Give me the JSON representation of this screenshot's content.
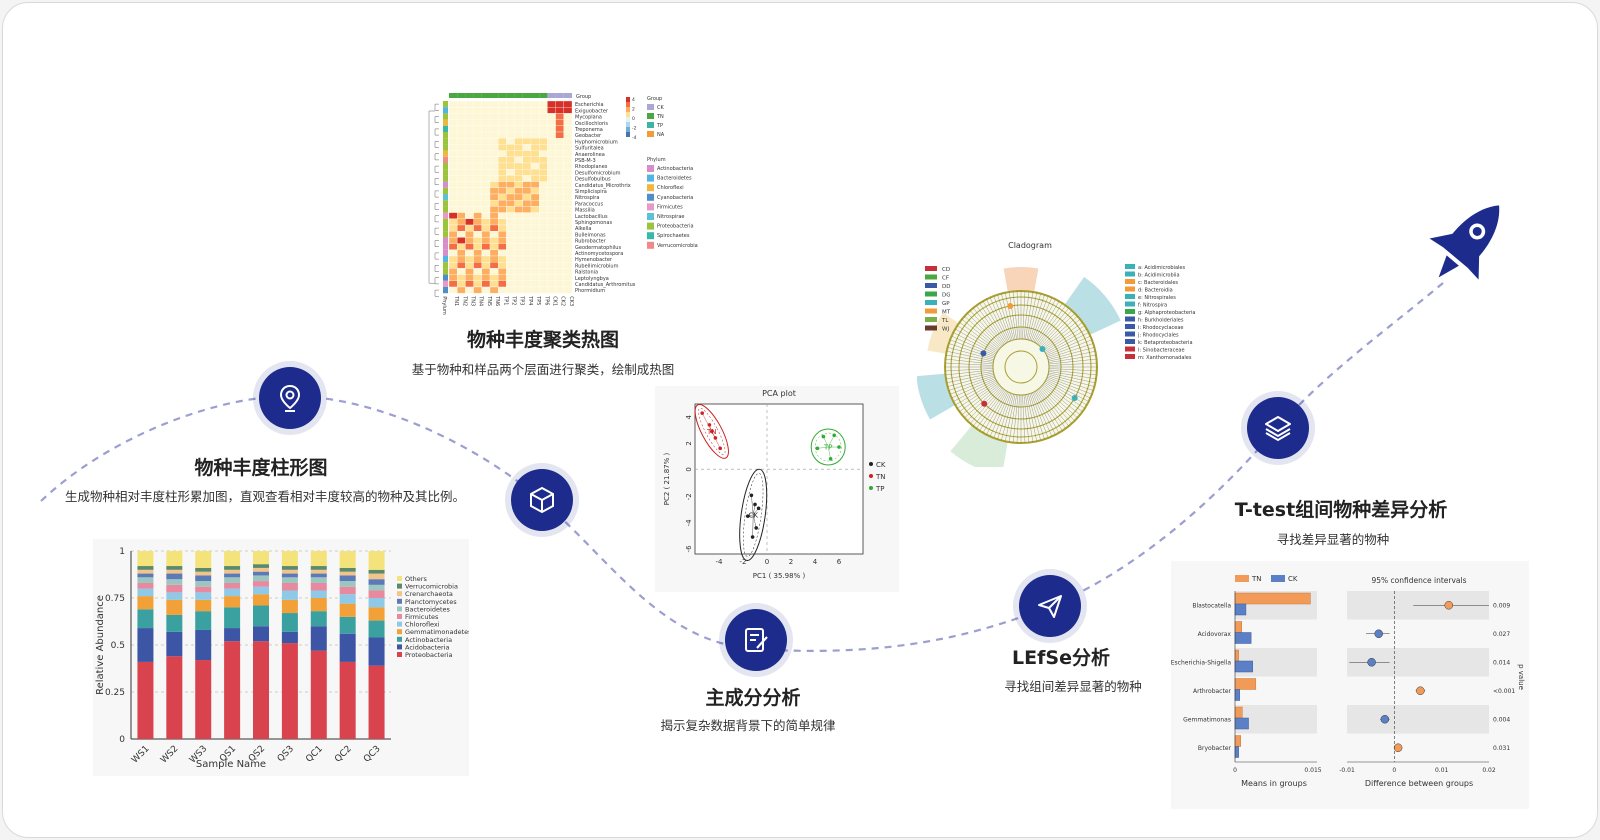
{
  "steps": [
    {
      "id": "bar",
      "title": "物种丰度柱形图",
      "desc": "生成物种相对丰度柱形累加图，直观查看相对丰度较高的物种及其比例。",
      "icon": "location-pin-icon"
    },
    {
      "id": "box",
      "title": "",
      "desc": "",
      "icon": "cube-icon"
    },
    {
      "id": "heatmap",
      "title": "物种丰度聚类热图",
      "desc": "基于物种和样品两个层面进行聚类，绘制成热图"
    },
    {
      "id": "pca",
      "title": "主成分分析",
      "desc": "揭示复杂数据背景下的简单规律",
      "icon": "edit-document-icon"
    },
    {
      "id": "lefse",
      "title": "LEfSe分析",
      "desc": "寻找组间差异显著的物种",
      "icon": "paper-plane-icon"
    },
    {
      "id": "ttest",
      "title": "T-test组间物种差异分析",
      "desc": "寻找差异显著的物种",
      "icon": "layers-icon"
    }
  ],
  "colors": {
    "navy": "#1c2b8c",
    "dash": "#9b9fd0"
  },
  "chart_data": [
    {
      "type": "bar",
      "stacked": true,
      "xlabel": "Sample Name",
      "ylabel": "Relative Abundance",
      "ylim": [
        0,
        1
      ],
      "yticks": [
        "0",
        "0.25",
        "0.5",
        "0.75",
        "1"
      ],
      "categories": [
        "WS1",
        "WS2",
        "WS3",
        "QS1",
        "QS2",
        "QS3",
        "QC1",
        "QC2",
        "QC3"
      ],
      "series": [
        {
          "name": "Proteobacteria",
          "color": "#d8434d",
          "values": [
            0.41,
            0.44,
            0.42,
            0.52,
            0.52,
            0.51,
            0.47,
            0.41,
            0.39
          ]
        },
        {
          "name": "Acidobacteria",
          "color": "#3c55a5",
          "values": [
            0.18,
            0.13,
            0.16,
            0.07,
            0.08,
            0.06,
            0.13,
            0.15,
            0.15
          ]
        },
        {
          "name": "Actinobacteria",
          "color": "#3aa1a0",
          "values": [
            0.1,
            0.09,
            0.1,
            0.11,
            0.11,
            0.1,
            0.08,
            0.09,
            0.09
          ]
        },
        {
          "name": "Gemmatimonadetes",
          "color": "#f2a038",
          "values": [
            0.07,
            0.08,
            0.06,
            0.06,
            0.06,
            0.07,
            0.07,
            0.07,
            0.07
          ]
        },
        {
          "name": "Chloroflexi",
          "color": "#8fc9e8",
          "values": [
            0.04,
            0.04,
            0.04,
            0.04,
            0.04,
            0.05,
            0.04,
            0.05,
            0.05
          ]
        },
        {
          "name": "Firmicutes",
          "color": "#e8899f",
          "values": [
            0.03,
            0.04,
            0.03,
            0.03,
            0.03,
            0.04,
            0.04,
            0.04,
            0.04
          ]
        },
        {
          "name": "Bacteroidetes",
          "color": "#9cc7c0",
          "values": [
            0.03,
            0.03,
            0.03,
            0.03,
            0.03,
            0.03,
            0.03,
            0.03,
            0.03
          ]
        },
        {
          "name": "Planctomycetes",
          "color": "#5c79b8",
          "values": [
            0.02,
            0.03,
            0.03,
            0.02,
            0.02,
            0.02,
            0.02,
            0.03,
            0.03
          ]
        },
        {
          "name": "Crenarchaeota",
          "color": "#f0c48a",
          "values": [
            0.02,
            0.02,
            0.02,
            0.02,
            0.02,
            0.02,
            0.02,
            0.02,
            0.03
          ]
        },
        {
          "name": "Verrucomicrobia",
          "color": "#5a8a6a",
          "values": [
            0.02,
            0.02,
            0.02,
            0.02,
            0.02,
            0.02,
            0.02,
            0.02,
            0.02
          ]
        },
        {
          "name": "Others",
          "color": "#f3e37a",
          "values": [
            0.08,
            0.08,
            0.09,
            0.08,
            0.07,
            0.08,
            0.08,
            0.09,
            0.1
          ]
        }
      ]
    },
    {
      "type": "heatmap",
      "rows": [
        "Escherichia",
        "Exiguobacter",
        "Mycoplana",
        "Oscillochloris",
        "Treponema",
        "Geobacter",
        "Hyphomicrobium",
        "Sulfuritalea",
        "Anaerolinea",
        "PSB-M-3",
        "Rhodoplanes",
        "Desulfomicrobium",
        "Desulfobulbus",
        "Candidatus_Microthrix",
        "Simplicispira",
        "Nitrospira",
        "Paracoccus",
        "Massilia",
        "Lactobacillus",
        "Sphingomonas",
        "Alkella",
        "Bulleimonas",
        "Rubrobacter",
        "Geodermatophilus",
        "Actinomycetospora",
        "Hymenobacter",
        "Rubellimicrobium",
        "Ralstonia",
        "Leptolyngbya",
        "Candidatus_Arthromitus",
        "Phormidium"
      ],
      "columns": [
        "TN1",
        "TN2",
        "TN3",
        "TN4",
        "TN5",
        "TN6",
        "TP1",
        "TP2",
        "TP3",
        "TP4",
        "TP5",
        "TP6",
        "CK1",
        "CK2",
        "CK3"
      ],
      "row_annotation": "Phylum",
      "column_annotation": "Group",
      "legend_ticks": [
        "4",
        "2",
        "0",
        "-2",
        "-4"
      ],
      "groups": [
        {
          "name": "CK",
          "color": "#a9a8d4"
        },
        {
          "name": "TN",
          "color": "#4aa83e"
        },
        {
          "name": "TP",
          "color": "#3eb3a3"
        },
        {
          "name": "NA",
          "color": "#f29b3a"
        }
      ],
      "phyla": [
        {
          "name": "Actinobacteria",
          "color": "#d98ccc"
        },
        {
          "name": "Bacteroidetes",
          "color": "#4fb6e2"
        },
        {
          "name": "Chloroflexi",
          "color": "#f0b63e"
        },
        {
          "name": "Cyanobacteria",
          "color": "#4e8fc9"
        },
        {
          "name": "Firmicutes",
          "color": "#e79ac8"
        },
        {
          "name": "Nitrospirae",
          "color": "#5bc2d6"
        },
        {
          "name": "Proteobacteria",
          "color": "#9ac43a"
        },
        {
          "name": "Spirochaetes",
          "color": "#38b8a8"
        },
        {
          "name": "Verrucomicrobia",
          "color": "#f08a8a"
        }
      ]
    },
    {
      "type": "scatter",
      "title": "PCA plot",
      "xlabel": "PC1 ( 35.98% )",
      "ylabel": "PC2 ( 21.87% )",
      "xlim": [
        -6,
        8
      ],
      "ylim": [
        -6.5,
        5
      ],
      "xticks": [
        -4,
        -2,
        0,
        2,
        4,
        6
      ],
      "yticks": [
        4,
        2,
        0,
        -2,
        -4,
        -6
      ],
      "series": [
        {
          "name": "CK",
          "color": "#222222",
          "points": [
            [
              -1.3,
              -2.0
            ],
            [
              -1.0,
              -2.7
            ],
            [
              -1.6,
              -3.6
            ],
            [
              -0.9,
              -4.5
            ],
            [
              -1.2,
              -5.2
            ],
            [
              -0.7,
              -3.0
            ]
          ]
        },
        {
          "name": "TN",
          "color": "#cc2222",
          "points": [
            [
              -5.4,
              4.3
            ],
            [
              -4.8,
              3.4
            ],
            [
              -4.3,
              2.4
            ],
            [
              -3.9,
              1.6
            ],
            [
              -4.6,
              2.9
            ]
          ]
        },
        {
          "name": "TP",
          "color": "#33aa33",
          "points": [
            [
              4.2,
              1.6
            ],
            [
              4.7,
              2.5
            ],
            [
              5.6,
              2.6
            ],
            [
              6.0,
              1.7
            ],
            [
              5.3,
              0.8
            ]
          ]
        }
      ]
    },
    {
      "type": "other",
      "title": "Cladogram",
      "groups": [
        {
          "name": "CD",
          "color": "#c5303a"
        },
        {
          "name": "CF",
          "color": "#4aa83e"
        },
        {
          "name": "DD",
          "color": "#3a5aa8"
        },
        {
          "name": "DG",
          "color": "#39a84a"
        },
        {
          "name": "GP",
          "color": "#3ab0b8"
        },
        {
          "name": "MT",
          "color": "#f29b3a"
        },
        {
          "name": "TL",
          "color": "#7ab04a"
        },
        {
          "name": "WJ",
          "color": "#6b3a2a"
        }
      ],
      "clades": [
        "a: Acidimicrobiales",
        "b: Acidimicrobiia",
        "c: Bacteroidales",
        "d: Bacteroidia",
        "e: Nitrospirales",
        "f: Nitrospira",
        "g: Alphaproteobacteria",
        "h: Burkholderiales",
        "i: Rhodocyclaceae",
        "j: Rhodocyclales",
        "k: Betaproteobacteria",
        "l: Sinobacteraceae",
        "m: Xanthomonadales"
      ]
    },
    {
      "type": "bar",
      "series_names": [
        {
          "name": "TN",
          "color": "#f29b58"
        },
        {
          "name": "CK",
          "color": "#5b80c6"
        }
      ],
      "categories": [
        "Blastocatella",
        "Acidovorax",
        "Escherichia-Shigella",
        "Arthrobacter",
        "Gemmatimonas",
        "Bryobacter"
      ],
      "means_TN": [
        0.0145,
        0.0013,
        0.0007,
        0.004,
        0.0014,
        0.0011
      ],
      "means_CK": [
        0.0021,
        0.0031,
        0.0034,
        0.0009,
        0.0026,
        0.0007
      ],
      "xlabel_left": "Means in groups",
      "xticks_left": [
        "0",
        "0.015"
      ],
      "ci_title": "95% confidence intervals",
      "diff": [
        0.0115,
        -0.0033,
        -0.0048,
        0.0055,
        -0.002,
        0.0008
      ],
      "ci": [
        [
          0.004,
          0.02
        ],
        [
          -0.006,
          -0.001
        ],
        [
          -0.0095,
          -0.001
        ],
        [
          0.0045,
          0.0065
        ],
        [
          -0.003,
          -0.001
        ],
        [
          0.0,
          0.0015
        ]
      ],
      "xlabel_right": "Difference between groups",
      "xticks_right": [
        "-0.01",
        "0",
        "0.01",
        "0.02"
      ],
      "pvalue_label": "p value",
      "pvalues": [
        "0.009",
        "0.027",
        "0.014",
        "<0.001",
        "0.004",
        "0.031"
      ]
    }
  ]
}
